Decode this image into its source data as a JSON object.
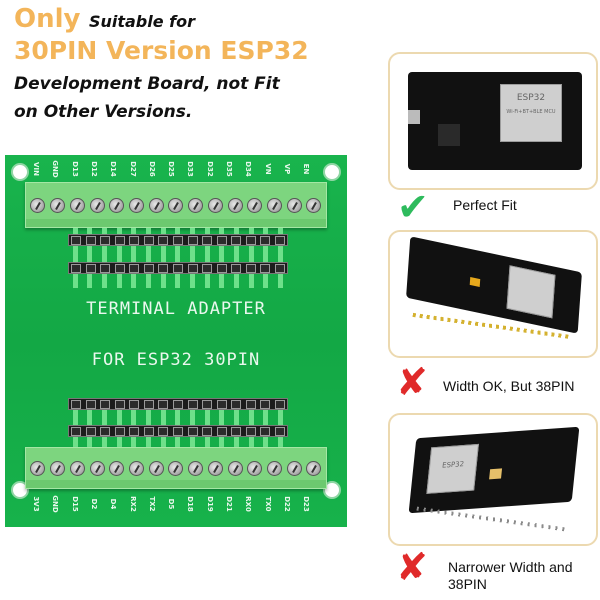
{
  "headline": {
    "only": "Only",
    "suitable_for": "Suitable for",
    "version": "30PIN Version ESP32",
    "line3": "Development Board, not Fit",
    "line4": "on Other Versions."
  },
  "colors": {
    "accent_orange": "#f3b55a",
    "pcb_green": "#16b04a",
    "terminal_green": "#7dd57f",
    "check_green": "#2ebb5d",
    "cross_red": "#e02a2a",
    "panel_border": "#ecd9b0"
  },
  "pcb": {
    "title_line1": "TERMINAL ADAPTER",
    "title_line2": "FOR ESP32 30PIN",
    "top_pins": [
      "VIN",
      "GND",
      "D13",
      "D12",
      "D14",
      "D27",
      "D26",
      "D25",
      "D33",
      "D32",
      "D35",
      "D34",
      "VN",
      "VP",
      "EN"
    ],
    "bottom_pins": [
      "3V3",
      "GND",
      "D15",
      "D2",
      "D4",
      "RX2",
      "TX2",
      "D5",
      "D18",
      "D19",
      "D21",
      "RX0",
      "TX0",
      "D22",
      "D23"
    ]
  },
  "panels": [
    {
      "caption": "Perfect Fit",
      "status": "check-icon",
      "chip_label": "ESP32",
      "chip_sub": "Wi-Fi+BT+BLE MCU"
    },
    {
      "caption": "Width OK, But 38PIN",
      "status": "cross-icon"
    },
    {
      "caption_line1": "Narrower Width and",
      "caption_line2": "38PIN",
      "status": "cross-icon",
      "chip_label": "ESP32"
    }
  ],
  "icons": {
    "check": "✔",
    "cross": "✘"
  }
}
